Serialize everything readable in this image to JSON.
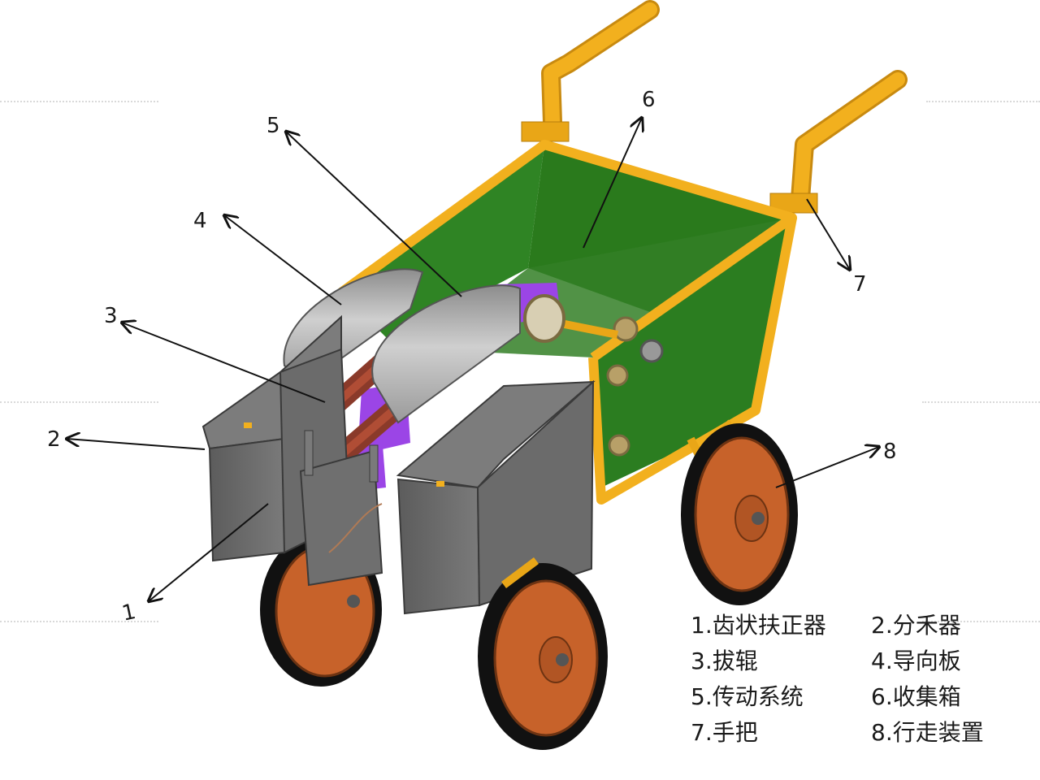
{
  "callouts": [
    "1",
    "2",
    "3",
    "4",
    "5",
    "6",
    "7",
    "8"
  ],
  "legend": [
    "1.齿状扶正器",
    "2.分禾器",
    "3.拔辊",
    "4.导向板",
    "5.传动系统",
    "6.收集箱",
    "7.手把",
    "8.行走装置"
  ],
  "colors": {
    "frame": "#f2b01e",
    "box": "#2e7d1e",
    "divider": "#6e6e6e",
    "wheel_hub": "#c7622a",
    "roller": "#8a3a2a",
    "drive": "#9b45e6"
  }
}
